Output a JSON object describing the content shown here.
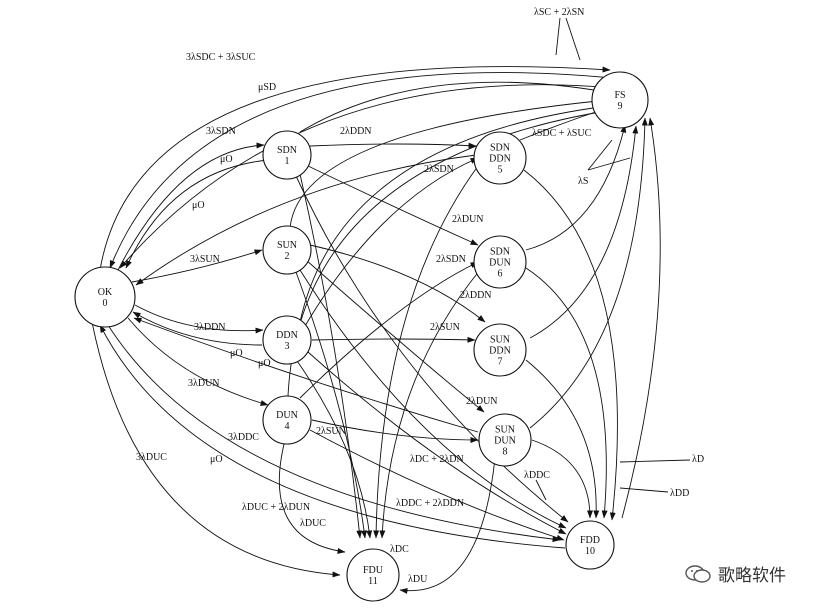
{
  "nodes": [
    {
      "id": "n0",
      "lines": [
        "OK",
        "0"
      ]
    },
    {
      "id": "n1",
      "lines": [
        "SDN",
        "1"
      ]
    },
    {
      "id": "n2",
      "lines": [
        "SUN",
        "2"
      ]
    },
    {
      "id": "n3",
      "lines": [
        "DDN",
        "3"
      ]
    },
    {
      "id": "n4",
      "lines": [
        "DUN",
        "4"
      ]
    },
    {
      "id": "n5",
      "lines": [
        "SDN",
        "DDN",
        "5"
      ]
    },
    {
      "id": "n6",
      "lines": [
        "SDN",
        "DUN",
        "6"
      ]
    },
    {
      "id": "n7",
      "lines": [
        "SUN",
        "DDN",
        "7"
      ]
    },
    {
      "id": "n8",
      "lines": [
        "SUN",
        "DUN",
        "8"
      ]
    },
    {
      "id": "n9",
      "lines": [
        "FS",
        "9"
      ]
    },
    {
      "id": "n10",
      "lines": [
        "FDD",
        "10"
      ]
    },
    {
      "id": "n11",
      "lines": [
        "FDU",
        "11"
      ]
    }
  ],
  "labels": {
    "sdc_suc": "3λSDC + 3λSUC",
    "musd": "μSD",
    "l_sdn": "3λSDN",
    "mu0_a": "μO",
    "mu0_b": "μO",
    "l_sun": "3λSUN",
    "l_ddn": "3λDDN",
    "mu0_c": "μO",
    "mu0_d": "μO",
    "l_dun": "3λDUN",
    "l_ddc": "3λDDC",
    "mu0_e": "μO",
    "l_duc": "3λDUC",
    "two_ddn_a": "2λDDN",
    "two_sdn_a": "2λSDN",
    "two_dun_a": "2λDUN",
    "two_sdn_b": "2λSDN",
    "two_ddn_b": "2λDDN",
    "two_sun_a": "2λSUN",
    "two_dun_b": "2λDUN",
    "two_sun_b": "2λSUN",
    "sc_sn": "λSC + 2λSN",
    "sdc_suc_b": "λSDC + λSUC",
    "ls": "λS",
    "ldc_dn": "λDC + 2λDN",
    "lddc": "λDDC",
    "lddc_ddn": "λDDC + 2λDDN",
    "lduc_dun": "λDUC + 2λDUN",
    "lduc": "λDUC",
    "ldc": "λDC",
    "ldu": "λDU",
    "ld": "λD",
    "ldd": "λDD"
  },
  "watermark": "歌略软件"
}
